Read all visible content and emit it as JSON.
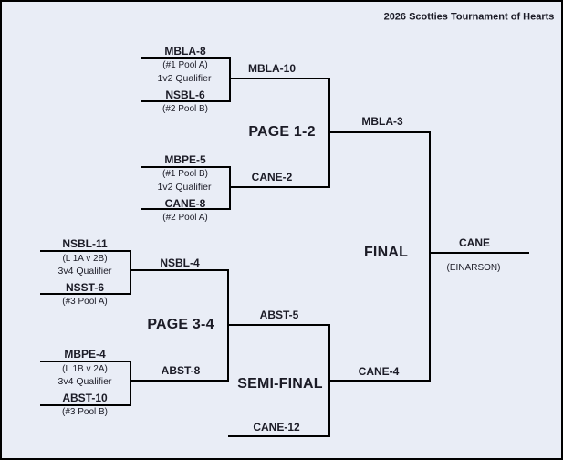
{
  "title": "2026 Scotties Tournament of Hearts",
  "qualifiers": [
    {
      "top_team": "MBLA-8",
      "top_seed": "(#1 Pool A)",
      "qualifier_label": "1v2 Qualifier",
      "bottom_team": "NSBL-6",
      "bottom_seed": "(#2 Pool B)",
      "winner": "MBLA-10"
    },
    {
      "top_team": "MBPE-5",
      "top_seed": "(#1 Pool B)",
      "qualifier_label": "1v2 Qualifier",
      "bottom_team": "CANE-8",
      "bottom_seed": "(#2 Pool A)",
      "winner": "CANE-2"
    },
    {
      "top_team": "NSBL-11",
      "top_seed": "(L 1A v 2B)",
      "qualifier_label": "3v4 Qualifier",
      "bottom_team": "NSST-6",
      "bottom_seed": "(#3 Pool A)",
      "winner": "NSBL-4"
    },
    {
      "top_team": "MBPE-4",
      "top_seed": "(L 1B v 2A)",
      "qualifier_label": "3v4 Qualifier",
      "bottom_team": "ABST-10",
      "bottom_seed": "(#3 Pool B)",
      "winner": "ABST-8"
    }
  ],
  "games": {
    "page12": {
      "label": "PAGE 1-2",
      "winner": "MBLA-3"
    },
    "page34": {
      "label": "PAGE 3-4",
      "winner": "ABST-5"
    },
    "semifinal": {
      "label": "SEMI-FINAL",
      "lower_feed": "CANE-12",
      "winner": "CANE-4"
    },
    "final": {
      "label": "FINAL",
      "champion": "CANE",
      "champion_skip": "(EINARSON)"
    }
  },
  "colors": {
    "background": "#e9edf6",
    "line": "#000000",
    "text": "#1b1b26"
  }
}
